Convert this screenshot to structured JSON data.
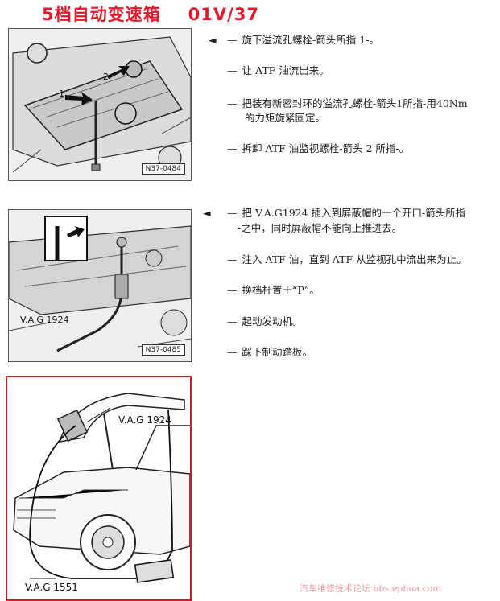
{
  "header": {
    "title": "5档自动变速箱",
    "model": "01V/37"
  },
  "figure1": {
    "code": "N37-0484",
    "label_1": "1",
    "label_2": "2"
  },
  "figure2": {
    "code": "N37-0485",
    "tool_label": "V.A.G 1924"
  },
  "section1": {
    "marker": "◄",
    "steps": [
      "旋下溢流孔螺栓-箭头所指 1-。",
      "让 ATF 油流出来。",
      "把装有新密封环的溢流孔螺栓-箭头1所指-用40Nm",
      "的力矩旋紧固定。",
      "拆卸 ATF 油监视螺栓-箭头 2 所指-。"
    ]
  },
  "section2": {
    "marker": "◄",
    "steps": [
      "把 V.A.G1924 插入到屏蔽帽的一个开口-箭头所指",
      "-之中，同时屏蔽帽不能向上推进去。",
      "注入 ATF 油，直到 ATF 从监视孔中流出来为止。",
      "换档杆置于“P”。",
      "起动发动机。",
      "踩下制动踏板。"
    ]
  },
  "figure3": {
    "label_top": "V.A.G 1924",
    "label_bottom": "V.A.G 1551"
  },
  "footer": {
    "watermark": "汽车维修技术论坛 bbs.ephua.com"
  }
}
